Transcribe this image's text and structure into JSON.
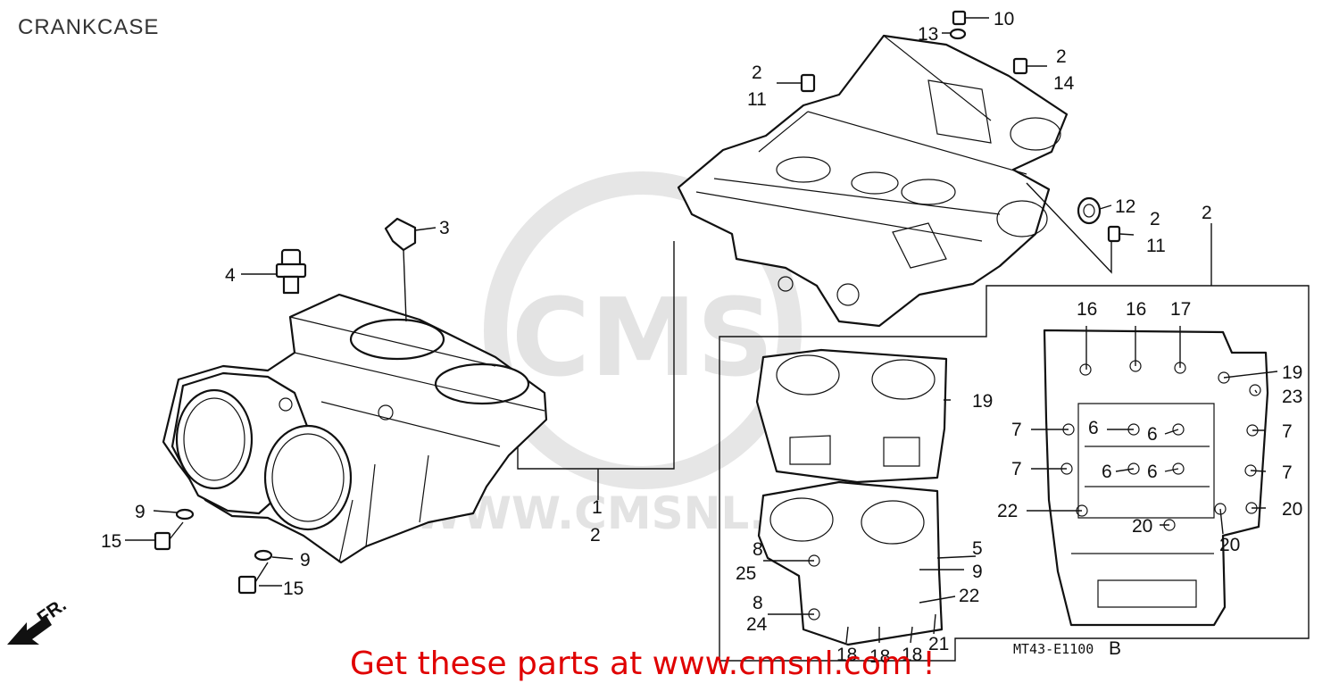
{
  "page": {
    "title": "CRANKCASE"
  },
  "watermark": {
    "text": "WWW.CMSNL.COM",
    "logo": "CMS"
  },
  "diagram_code": "MT43-E1100",
  "diagram_code_suffix": "B",
  "footer": {
    "text": "Get these parts at www.cmsnl.com !"
  },
  "callouts": [
    {
      "id": "c10",
      "text": "10"
    },
    {
      "id": "c13",
      "text": "13"
    },
    {
      "id": "c2a",
      "text": "2"
    },
    {
      "id": "c14",
      "text": "14"
    },
    {
      "id": "c2b",
      "text": "2"
    },
    {
      "id": "c11a",
      "text": "11"
    },
    {
      "id": "c3",
      "text": "3"
    },
    {
      "id": "c4",
      "text": "4"
    },
    {
      "id": "c12",
      "text": "12"
    },
    {
      "id": "c2c",
      "text": "2"
    },
    {
      "id": "c11b",
      "text": "11"
    },
    {
      "id": "c2d",
      "text": "2"
    },
    {
      "id": "c16a",
      "text": "16"
    },
    {
      "id": "c16b",
      "text": "16"
    },
    {
      "id": "c17",
      "text": "17"
    },
    {
      "id": "c19a",
      "text": "19"
    },
    {
      "id": "c23",
      "text": "23"
    },
    {
      "id": "c19b",
      "text": "19"
    },
    {
      "id": "c7a",
      "text": "7"
    },
    {
      "id": "c6a",
      "text": "6"
    },
    {
      "id": "c6b",
      "text": "6"
    },
    {
      "id": "c7b",
      "text": "7"
    },
    {
      "id": "c7c",
      "text": "7"
    },
    {
      "id": "c6c",
      "text": "6"
    },
    {
      "id": "c6d",
      "text": "6"
    },
    {
      "id": "c7d",
      "text": "7"
    },
    {
      "id": "c22a",
      "text": "22"
    },
    {
      "id": "c20a",
      "text": "20"
    },
    {
      "id": "c20b",
      "text": "20"
    },
    {
      "id": "c20c",
      "text": "20"
    },
    {
      "id": "c9a",
      "text": "9"
    },
    {
      "id": "c15a",
      "text": "15"
    },
    {
      "id": "c9b",
      "text": "9"
    },
    {
      "id": "c15b",
      "text": "15"
    },
    {
      "id": "c1",
      "text": "1"
    },
    {
      "id": "c2e",
      "text": "2"
    },
    {
      "id": "c8a",
      "text": "8"
    },
    {
      "id": "c25",
      "text": "25"
    },
    {
      "id": "c5",
      "text": "5"
    },
    {
      "id": "c9c",
      "text": "9"
    },
    {
      "id": "c22b",
      "text": "22"
    },
    {
      "id": "c8b",
      "text": "8"
    },
    {
      "id": "c24",
      "text": "24"
    },
    {
      "id": "c18a",
      "text": "18"
    },
    {
      "id": "c18b",
      "text": "18"
    },
    {
      "id": "c18c",
      "text": "18"
    },
    {
      "id": "c21",
      "text": "21"
    }
  ],
  "direction_marker": {
    "text": "FR."
  }
}
